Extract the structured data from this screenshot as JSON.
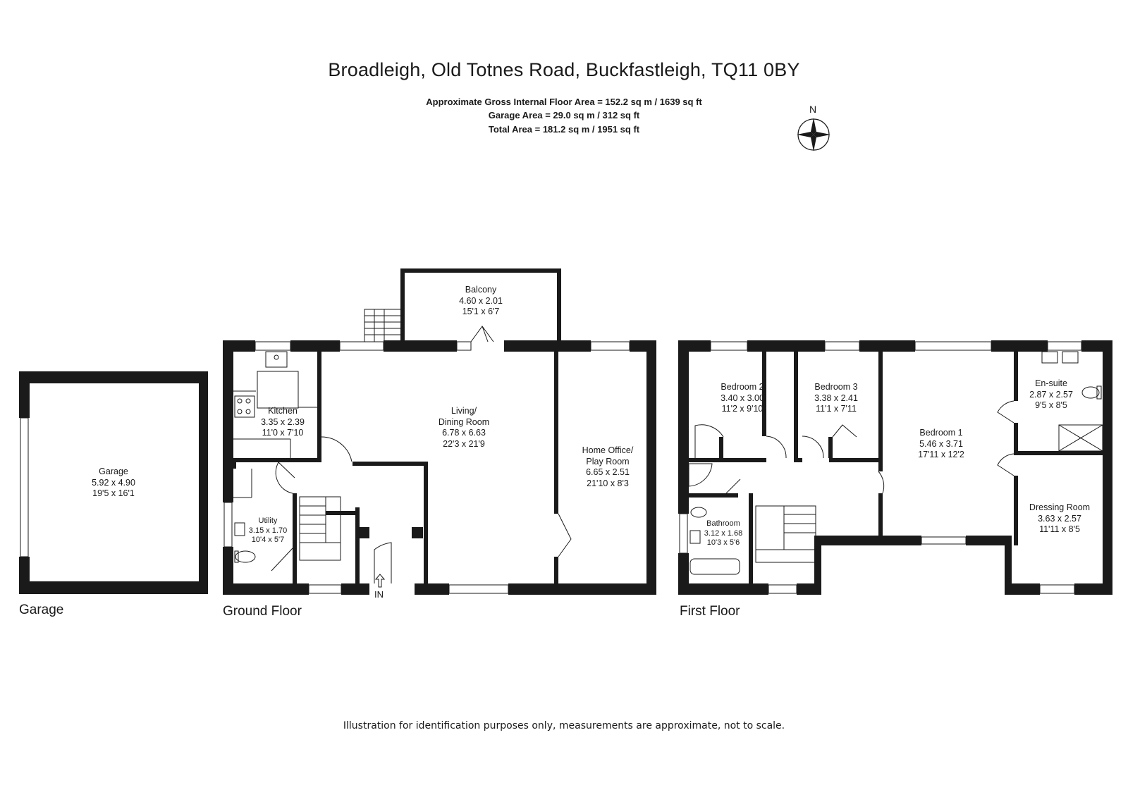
{
  "title": "Broadleigh, Old Totnes Road, Buckfastleigh, TQ11 0BY",
  "areas": {
    "gross": "Approximate Gross Internal Floor Area  = 152.2 sq m / 1639 sq ft",
    "garage": "Garage Area = 29.0 sq m / 312 sq ft",
    "total": "Total Area = 181.2 sq m / 1951 sq ft"
  },
  "compass": {
    "north": "N"
  },
  "floors": {
    "garage": "Garage",
    "ground": "Ground Floor",
    "first": "First Floor"
  },
  "entrance": "IN",
  "rooms": {
    "garage": {
      "name": "Garage",
      "metric": "5.92 x 4.90",
      "imperial": "19'5 x 16'1"
    },
    "balcony": {
      "name": "Balcony",
      "metric": "4.60 x 2.01",
      "imperial": "15'1 x 6'7"
    },
    "kitchen": {
      "name": "Kitchen",
      "metric": "3.35 x 2.39",
      "imperial": "11'0 x 7'10"
    },
    "living": {
      "name": "Living/",
      "name2": "Dining Room",
      "metric": "6.78 x 6.63",
      "imperial": "22'3 x 21'9"
    },
    "office": {
      "name": "Home Office/",
      "name2": "Play Room",
      "metric": "6.65 x 2.51",
      "imperial": "21'10 x 8'3"
    },
    "utility": {
      "name": "Utility",
      "metric": "3.15 x 1.70",
      "imperial": "10'4 x 5'7"
    },
    "bedroom2": {
      "name": "Bedroom 2",
      "metric": "3.40 x 3.00",
      "imperial": "11'2 x 9'10"
    },
    "bedroom3": {
      "name": "Bedroom 3",
      "metric": "3.38 x 2.41",
      "imperial": "11'1 x 7'11"
    },
    "bedroom1": {
      "name": "Bedroom 1",
      "metric": "5.46 x 3.71",
      "imperial": "17'11 x 12'2"
    },
    "ensuite": {
      "name": "En-suite",
      "metric": "2.87 x 2.57",
      "imperial": "9'5 x 8'5"
    },
    "dressing": {
      "name": "Dressing Room",
      "metric": "3.63 x 2.57",
      "imperial": "11'11 x 8'5"
    },
    "bathroom": {
      "name": "Bathroom",
      "metric": "3.12 x 1.68",
      "imperial": "10'3 x 5'6"
    }
  },
  "disclaimer": "Illustration for identification purposes only, measurements are approximate, not to scale."
}
